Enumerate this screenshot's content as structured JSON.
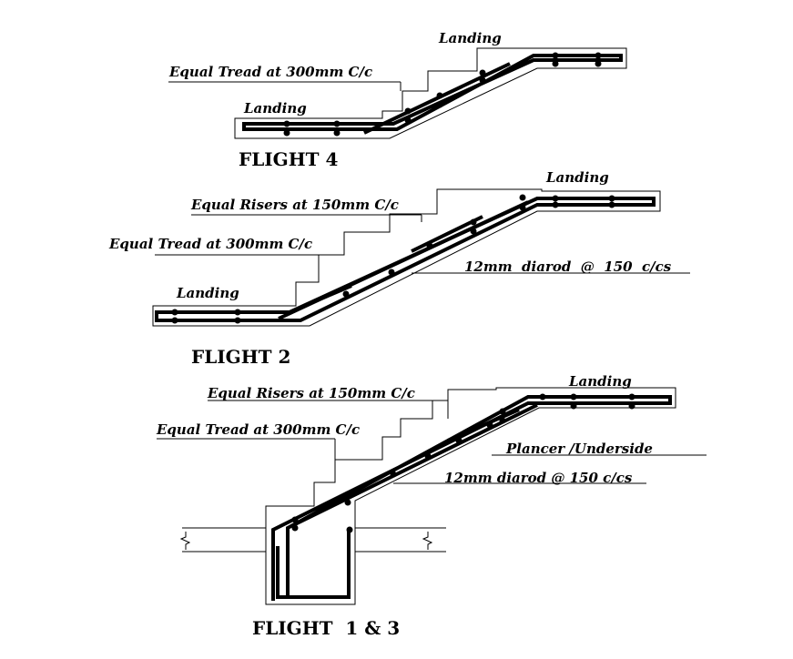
{
  "flight4": {
    "title": "FLIGHT 4",
    "landing_top": "Landing",
    "landing_bottom": "Landing",
    "tread": "Equal Tread at 300mm C/c"
  },
  "flight2": {
    "title": "FLIGHT 2",
    "landing_top": "Landing",
    "landing_bottom": "Landing",
    "risers": "Equal Risers at 150mm C/c",
    "tread": "Equal Tread at 300mm C/c",
    "rod": "12mm  diarod  @  150  c/cs"
  },
  "flight13": {
    "title": "FLIGHT  1 & 3",
    "landing_top": "Landing",
    "risers": "Equal Risers at 150mm C/c",
    "tread": "Equal Tread at 300mm C/c",
    "plancer": "Plancer /Underside",
    "rod": "12mm diarod @ 150 c/cs"
  }
}
